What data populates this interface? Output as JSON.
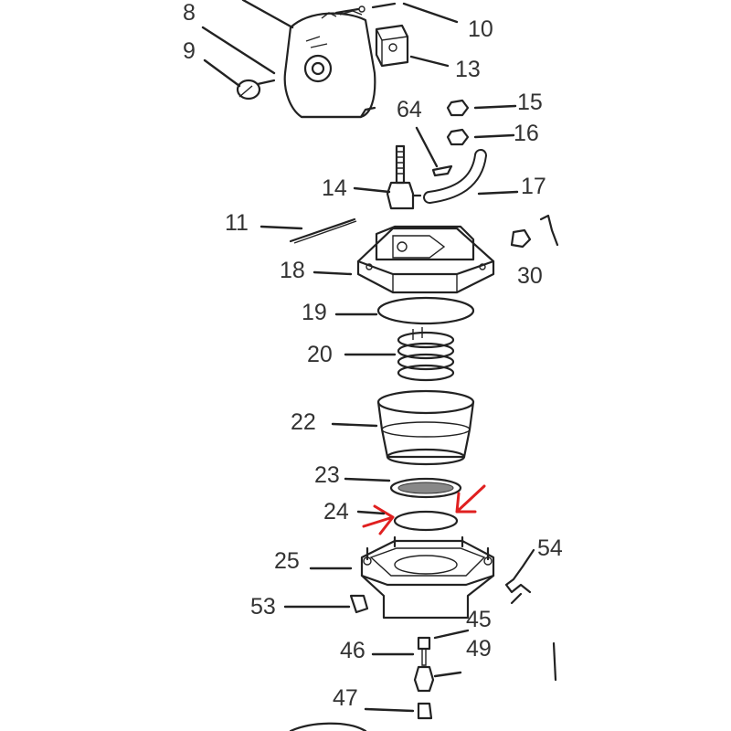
{
  "diagram": {
    "callouts": [
      "8",
      "9",
      "10",
      "13",
      "64",
      "15",
      "16",
      "14",
      "17",
      "11",
      "30",
      "18",
      "19",
      "20",
      "22",
      "23",
      "24",
      "25",
      "54",
      "53",
      "45",
      "46",
      "49",
      "47"
    ],
    "highlight_color": "#e02020",
    "line_color": "#222222",
    "shade_color": "#c8c8c8"
  }
}
